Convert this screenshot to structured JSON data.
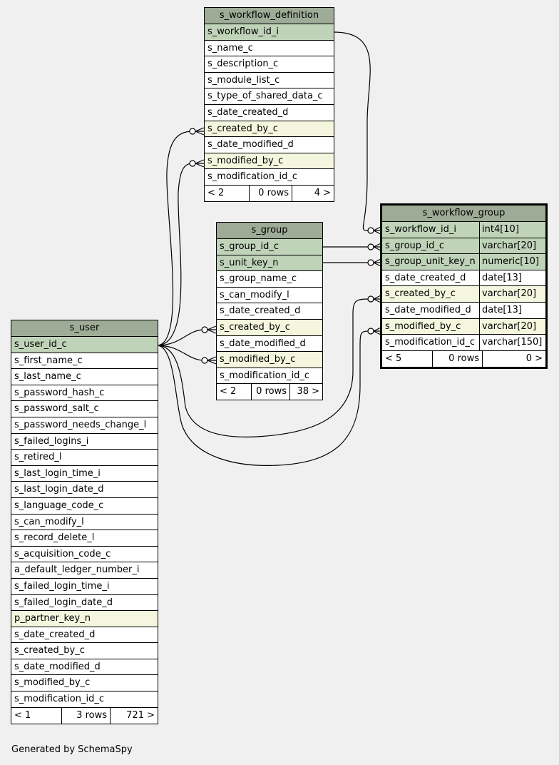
{
  "tables": {
    "s_workflow_definition": {
      "name": "s_workflow_definition",
      "columns": [
        {
          "name": "s_workflow_id_i",
          "kind": "pk"
        },
        {
          "name": "s_name_c",
          "kind": "plain"
        },
        {
          "name": "s_description_c",
          "kind": "plain"
        },
        {
          "name": "s_module_list_c",
          "kind": "plain"
        },
        {
          "name": "s_type_of_shared_data_c",
          "kind": "plain"
        },
        {
          "name": "s_date_created_d",
          "kind": "plain"
        },
        {
          "name": "s_created_by_c",
          "kind": "fk"
        },
        {
          "name": "s_date_modified_d",
          "kind": "plain"
        },
        {
          "name": "s_modified_by_c",
          "kind": "fk"
        },
        {
          "name": "s_modification_id_c",
          "kind": "plain"
        }
      ],
      "footer": {
        "parents": "< 2",
        "rows": "0 rows",
        "children": "4 >"
      }
    },
    "s_group": {
      "name": "s_group",
      "columns": [
        {
          "name": "s_group_id_c",
          "kind": "pk"
        },
        {
          "name": "s_unit_key_n",
          "kind": "pk"
        },
        {
          "name": "s_group_name_c",
          "kind": "plain"
        },
        {
          "name": "s_can_modify_l",
          "kind": "plain"
        },
        {
          "name": "s_date_created_d",
          "kind": "plain"
        },
        {
          "name": "s_created_by_c",
          "kind": "fk"
        },
        {
          "name": "s_date_modified_d",
          "kind": "plain"
        },
        {
          "name": "s_modified_by_c",
          "kind": "fk"
        },
        {
          "name": "s_modification_id_c",
          "kind": "plain"
        }
      ],
      "footer": {
        "parents": "< 2",
        "rows": "0 rows",
        "children": "38 >"
      }
    },
    "s_workflow_group": {
      "name": "s_workflow_group",
      "columns": [
        {
          "name": "s_workflow_id_i",
          "type": "int4[10]",
          "kind": "pk"
        },
        {
          "name": "s_group_id_c",
          "type": "varchar[20]",
          "kind": "pk"
        },
        {
          "name": "s_group_unit_key_n",
          "type": "numeric[10]",
          "kind": "pk"
        },
        {
          "name": "s_date_created_d",
          "type": "date[13]",
          "kind": "plain"
        },
        {
          "name": "s_created_by_c",
          "type": "varchar[20]",
          "kind": "fk"
        },
        {
          "name": "s_date_modified_d",
          "type": "date[13]",
          "kind": "plain"
        },
        {
          "name": "s_modified_by_c",
          "type": "varchar[20]",
          "kind": "fk"
        },
        {
          "name": "s_modification_id_c",
          "type": "varchar[150]",
          "kind": "plain"
        }
      ],
      "footer": {
        "parents": "< 5",
        "rows": "0 rows",
        "children": "0 >"
      }
    },
    "s_user": {
      "name": "s_user",
      "columns": [
        {
          "name": "s_user_id_c",
          "kind": "pk"
        },
        {
          "name": "s_first_name_c",
          "kind": "plain"
        },
        {
          "name": "s_last_name_c",
          "kind": "plain"
        },
        {
          "name": "s_password_hash_c",
          "kind": "plain"
        },
        {
          "name": "s_password_salt_c",
          "kind": "plain"
        },
        {
          "name": "s_password_needs_change_l",
          "kind": "plain"
        },
        {
          "name": "s_failed_logins_i",
          "kind": "plain"
        },
        {
          "name": "s_retired_l",
          "kind": "plain"
        },
        {
          "name": "s_last_login_time_i",
          "kind": "plain"
        },
        {
          "name": "s_last_login_date_d",
          "kind": "plain"
        },
        {
          "name": "s_language_code_c",
          "kind": "plain"
        },
        {
          "name": "s_can_modify_l",
          "kind": "plain"
        },
        {
          "name": "s_record_delete_l",
          "kind": "plain"
        },
        {
          "name": "s_acquisition_code_c",
          "kind": "plain"
        },
        {
          "name": "a_default_ledger_number_i",
          "kind": "plain"
        },
        {
          "name": "s_failed_login_time_i",
          "kind": "plain"
        },
        {
          "name": "s_failed_login_date_d",
          "kind": "plain"
        },
        {
          "name": "p_partner_key_n",
          "kind": "fk"
        },
        {
          "name": "s_date_created_d",
          "kind": "plain"
        },
        {
          "name": "s_created_by_c",
          "kind": "plain"
        },
        {
          "name": "s_date_modified_d",
          "kind": "plain"
        },
        {
          "name": "s_modified_by_c",
          "kind": "plain"
        },
        {
          "name": "s_modification_id_c",
          "kind": "plain"
        }
      ],
      "footer": {
        "parents": "< 1",
        "rows": "3 rows",
        "children": "721 >"
      }
    }
  },
  "relations": [
    {
      "from": "s_workflow_definition.s_workflow_id_i",
      "to": "s_workflow_group.s_workflow_id_i"
    },
    {
      "from": "s_group.s_group_id_c",
      "to": "s_workflow_group.s_group_id_c"
    },
    {
      "from": "s_group.s_unit_key_n",
      "to": "s_workflow_group.s_group_unit_key_n"
    },
    {
      "from": "s_user.s_user_id_c",
      "to": "s_workflow_definition.s_created_by_c"
    },
    {
      "from": "s_user.s_user_id_c",
      "to": "s_workflow_definition.s_modified_by_c"
    },
    {
      "from": "s_user.s_user_id_c",
      "to": "s_group.s_created_by_c"
    },
    {
      "from": "s_user.s_user_id_c",
      "to": "s_group.s_modified_by_c"
    },
    {
      "from": "s_user.s_user_id_c",
      "to": "s_workflow_group.s_created_by_c"
    },
    {
      "from": "s_user.s_user_id_c",
      "to": "s_workflow_group.s_modified_by_c"
    }
  ],
  "footer_credit": "Generated by SchemaSpy",
  "colors": {
    "background": "#f0f0f0",
    "header": "#9eab96",
    "primary_key_row": "#bfd3b9",
    "foreign_key_row": "#f4f7de",
    "line": "#000000"
  }
}
